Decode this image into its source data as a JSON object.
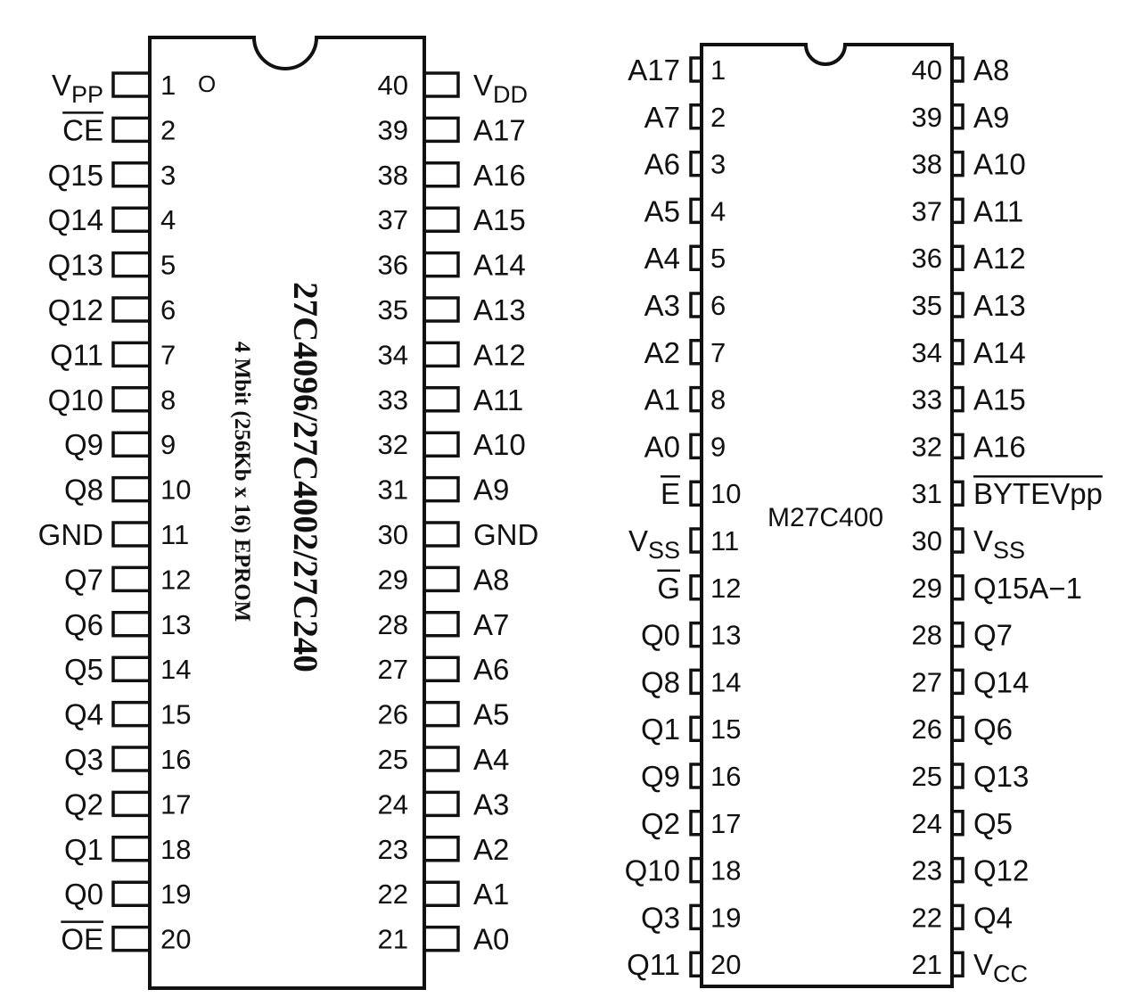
{
  "chip_left": {
    "part_title": "27C4096/27C4002/27C240",
    "subtitle": "4 Mbit (256Kb x 16) EPROM",
    "pin1_marker": "O",
    "left_pins": [
      {
        "num": "1",
        "name": "V",
        "sub": "PP"
      },
      {
        "num": "2",
        "name": "CE",
        "overbar": true
      },
      {
        "num": "3",
        "name": "Q15"
      },
      {
        "num": "4",
        "name": "Q14"
      },
      {
        "num": "5",
        "name": "Q13"
      },
      {
        "num": "6",
        "name": "Q12"
      },
      {
        "num": "7",
        "name": "Q11"
      },
      {
        "num": "8",
        "name": "Q10"
      },
      {
        "num": "9",
        "name": "Q9"
      },
      {
        "num": "10",
        "name": "Q8"
      },
      {
        "num": "11",
        "name": "GND"
      },
      {
        "num": "12",
        "name": "Q7"
      },
      {
        "num": "13",
        "name": "Q6"
      },
      {
        "num": "14",
        "name": "Q5"
      },
      {
        "num": "15",
        "name": "Q4"
      },
      {
        "num": "16",
        "name": "Q3"
      },
      {
        "num": "17",
        "name": "Q2"
      },
      {
        "num": "18",
        "name": "Q1"
      },
      {
        "num": "19",
        "name": "Q0"
      },
      {
        "num": "20",
        "name": "OE",
        "overbar": true
      }
    ],
    "right_pins": [
      {
        "num": "40",
        "name": "V",
        "sub": "DD"
      },
      {
        "num": "39",
        "name": "A17"
      },
      {
        "num": "38",
        "name": "A16"
      },
      {
        "num": "37",
        "name": "A15"
      },
      {
        "num": "36",
        "name": "A14"
      },
      {
        "num": "35",
        "name": "A13"
      },
      {
        "num": "34",
        "name": "A12"
      },
      {
        "num": "33",
        "name": "A11"
      },
      {
        "num": "32",
        "name": "A10"
      },
      {
        "num": "31",
        "name": "A9"
      },
      {
        "num": "30",
        "name": "GND"
      },
      {
        "num": "29",
        "name": "A8"
      },
      {
        "num": "28",
        "name": "A7"
      },
      {
        "num": "27",
        "name": "A6"
      },
      {
        "num": "26",
        "name": "A5"
      },
      {
        "num": "25",
        "name": "A4"
      },
      {
        "num": "24",
        "name": "A3"
      },
      {
        "num": "23",
        "name": "A2"
      },
      {
        "num": "22",
        "name": "A1"
      },
      {
        "num": "21",
        "name": "A0"
      }
    ]
  },
  "chip_right": {
    "part_title": "M27C400",
    "left_pins": [
      {
        "num": "1",
        "name": "A17"
      },
      {
        "num": "2",
        "name": "A7"
      },
      {
        "num": "3",
        "name": "A6"
      },
      {
        "num": "4",
        "name": "A5"
      },
      {
        "num": "5",
        "name": "A4"
      },
      {
        "num": "6",
        "name": "A3"
      },
      {
        "num": "7",
        "name": "A2"
      },
      {
        "num": "8",
        "name": "A1"
      },
      {
        "num": "9",
        "name": "A0"
      },
      {
        "num": "10",
        "name": "E",
        "overbar": true
      },
      {
        "num": "11",
        "name": "V",
        "sub": "SS"
      },
      {
        "num": "12",
        "name": "G",
        "overbar": true
      },
      {
        "num": "13",
        "name": "Q0"
      },
      {
        "num": "14",
        "name": "Q8"
      },
      {
        "num": "15",
        "name": "Q1"
      },
      {
        "num": "16",
        "name": "Q9"
      },
      {
        "num": "17",
        "name": "Q2"
      },
      {
        "num": "18",
        "name": "Q10"
      },
      {
        "num": "19",
        "name": "Q3"
      },
      {
        "num": "20",
        "name": "Q11"
      }
    ],
    "right_pins": [
      {
        "num": "40",
        "name": "A8"
      },
      {
        "num": "39",
        "name": "A9"
      },
      {
        "num": "38",
        "name": "A10"
      },
      {
        "num": "37",
        "name": "A11"
      },
      {
        "num": "36",
        "name": "A12"
      },
      {
        "num": "35",
        "name": "A13"
      },
      {
        "num": "34",
        "name": "A14"
      },
      {
        "num": "33",
        "name": "A15"
      },
      {
        "num": "32",
        "name": "A16"
      },
      {
        "num": "31",
        "name": "BYTEVpp",
        "overbar": true
      },
      {
        "num": "30",
        "name": "V",
        "sub": "SS"
      },
      {
        "num": "29",
        "name": "Q15A−1"
      },
      {
        "num": "28",
        "name": "Q7"
      },
      {
        "num": "27",
        "name": "Q14"
      },
      {
        "num": "26",
        "name": "Q6"
      },
      {
        "num": "25",
        "name": "Q13"
      },
      {
        "num": "24",
        "name": "Q5"
      },
      {
        "num": "23",
        "name": "Q12"
      },
      {
        "num": "22",
        "name": "Q4"
      },
      {
        "num": "21",
        "name": "V",
        "sub": "CC"
      }
    ]
  }
}
